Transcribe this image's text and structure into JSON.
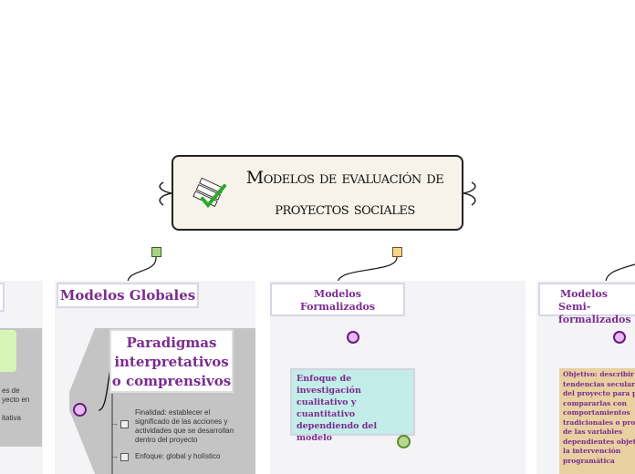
{
  "title": {
    "line1": "Modelos de evaluación de",
    "line2": "proyectos sociales"
  },
  "icons": {
    "title": "checklist-icon",
    "topic_green": "note-icon",
    "topic_yellow": "note-icon"
  },
  "colors": {
    "accent": "#7b2c8f",
    "title_bg": "#f8f3ea",
    "teal_box": "#c2ede8",
    "tan_box": "#e8d0a0",
    "green_box": "#d8f5b8"
  },
  "left_partial": {
    "lines": [
      "es de",
      "yecto en",
      "",
      "itativa"
    ]
  },
  "globales": {
    "header": "Modelos Globales",
    "paradigm": "Paradigmas interpretativos o comprensivos",
    "items": [
      "Finalidad: establecer el significado de las acciones y actividades que se desarrollan dentro del proyecto",
      "Enfoque: global y holístico"
    ]
  },
  "formalizados": {
    "header_line1": "Modelos",
    "header_line2": "Formalizados",
    "box": "Enfoque de investigación cualitativo y cuantitativo dependiendo del modelo"
  },
  "semi": {
    "header_line1": "Modelos",
    "header_line2": "Semi-formalizados",
    "box": "Objetivo: describir tendencias seculares del proyecto para poder compararlas con comportamientos tradicionales o propios de las variables dependientes objeto de la intervención programática"
  }
}
